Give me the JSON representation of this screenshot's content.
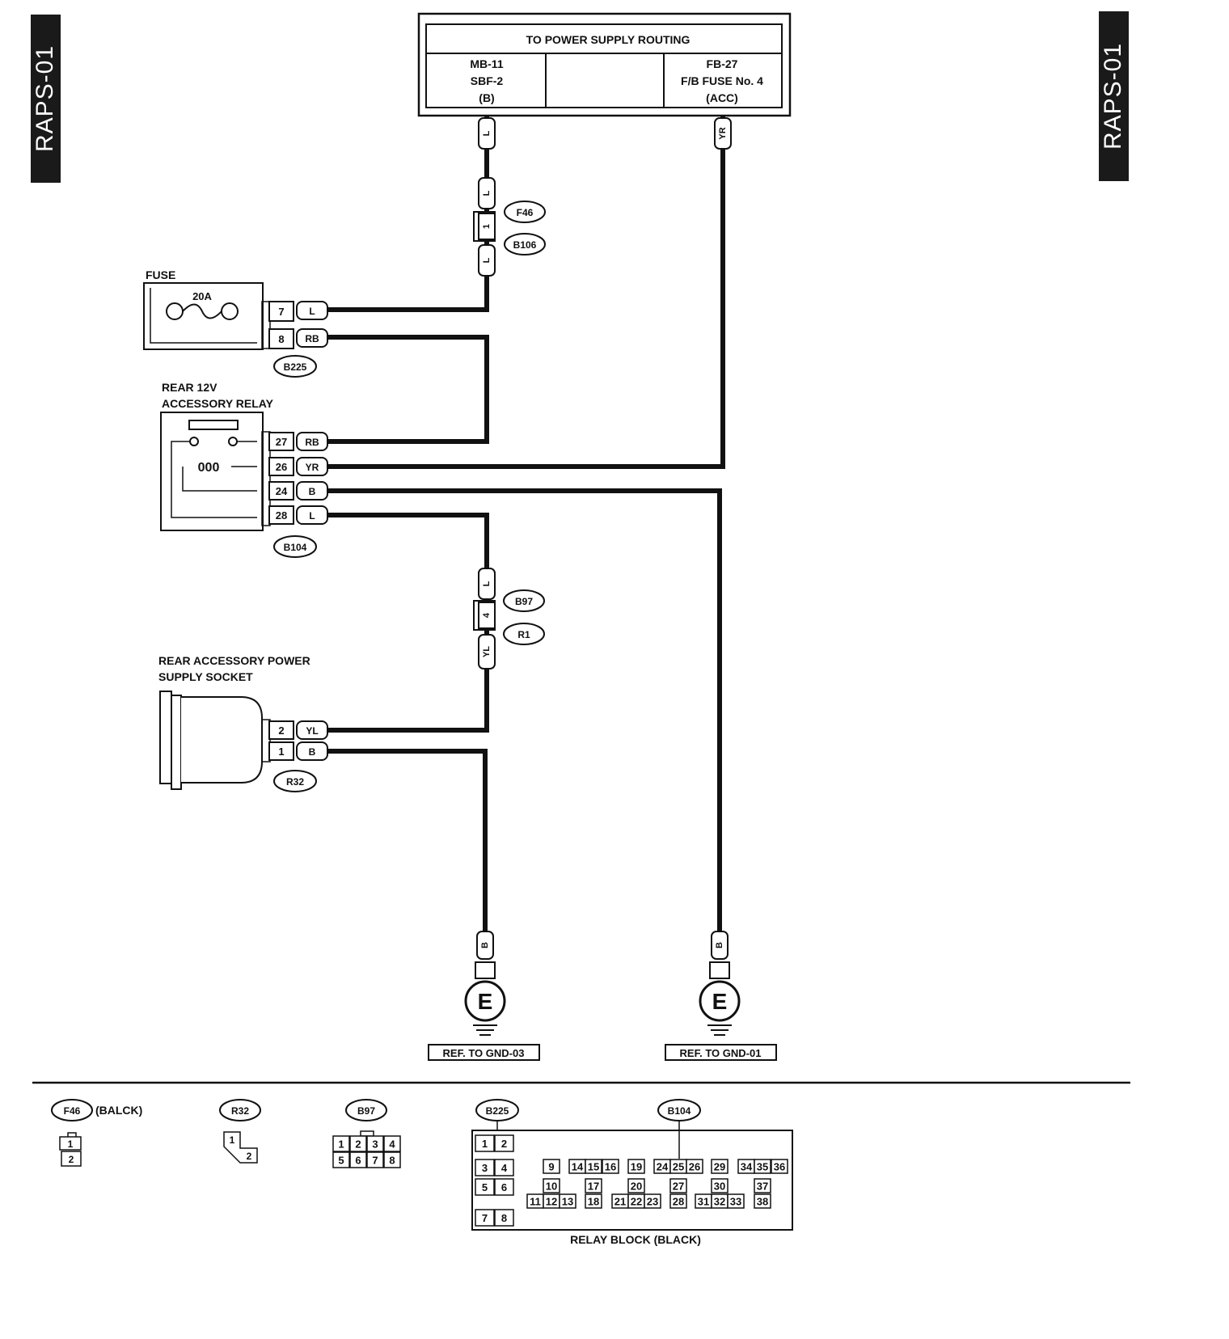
{
  "page": {
    "tag": "RAPS-01"
  },
  "header_box": {
    "title": "TO POWER SUPPLY ROUTING",
    "left": [
      "MB-11",
      "SBF-2",
      "(B)"
    ],
    "right": [
      "FB-27",
      "F/B FUSE No. 4",
      "(ACC)"
    ]
  },
  "wire_colors": {
    "L": "L",
    "YR": "YR",
    "RB": "RB",
    "B": "B",
    "YL": "YL"
  },
  "connectors": {
    "F46": "F46",
    "B106": "B106",
    "B225": "B225",
    "B104": "B104",
    "B97": "B97",
    "R1": "R1",
    "R32": "R32"
  },
  "junction_pins": {
    "f46_b106": "1",
    "b97_r1": "4"
  },
  "fuse": {
    "label": "FUSE",
    "rating": "20A",
    "pins": [
      "7",
      "8"
    ]
  },
  "relay": {
    "label_line1": "REAR 12V",
    "label_line2": "ACCESSORY RELAY",
    "pins": [
      "27",
      "26",
      "24",
      "28"
    ],
    "coil": "000"
  },
  "socket": {
    "label_line1": "REAR ACCESSORY POWER",
    "label_line2": "SUPPLY SOCKET",
    "pins": [
      "2",
      "1"
    ]
  },
  "grounds": {
    "left_ref": "REF. TO GND-03",
    "right_ref": "REF. TO GND-01",
    "symbol": "E"
  },
  "connector_views": {
    "f46_note": "(BALCK)",
    "f46_pins": [
      "1",
      "2"
    ],
    "r32_pins": [
      "1",
      "2"
    ],
    "b97_pins": [
      "1",
      "2",
      "3",
      "4",
      "5",
      "6",
      "7",
      "8"
    ],
    "relay_block_title": "RELAY BLOCK (BLACK)",
    "relay_block_pins": [
      "1",
      "2",
      "3",
      "4",
      "5",
      "6",
      "7",
      "8",
      "9",
      "10",
      "11",
      "12",
      "13",
      "14",
      "15",
      "16",
      "17",
      "18",
      "19",
      "20",
      "21",
      "22",
      "23",
      "24",
      "25",
      "26",
      "27",
      "28",
      "29",
      "30",
      "31",
      "32",
      "33",
      "34",
      "35",
      "36",
      "37",
      "38"
    ]
  }
}
